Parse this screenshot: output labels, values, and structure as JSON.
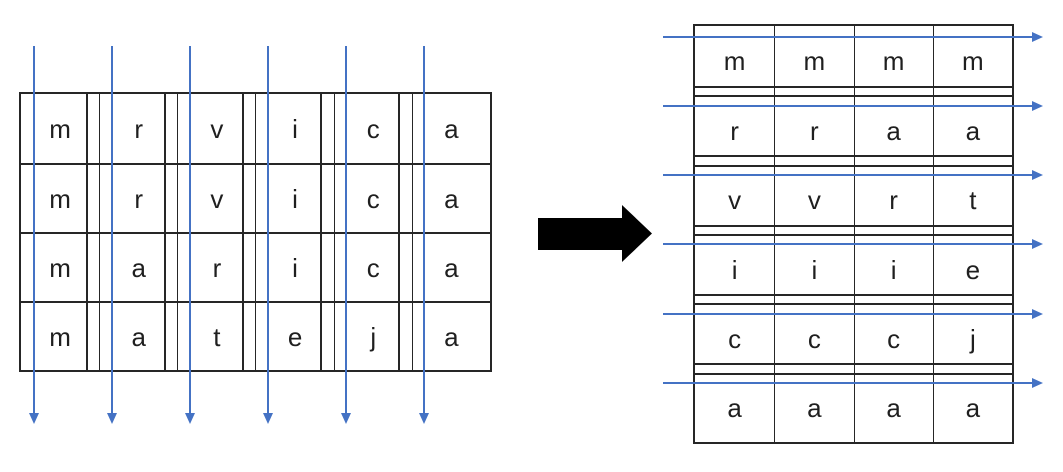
{
  "source_table": {
    "rows": [
      [
        "m",
        "r",
        "v",
        "i",
        "c",
        "a"
      ],
      [
        "m",
        "r",
        "v",
        "i",
        "c",
        "a"
      ],
      [
        "m",
        "a",
        "r",
        "i",
        "c",
        "a"
      ],
      [
        "m",
        "a",
        "t",
        "e",
        "j",
        "a"
      ]
    ]
  },
  "result_table": {
    "rows": [
      [
        "m",
        "m",
        "m",
        "m"
      ],
      [
        "r",
        "r",
        "a",
        "a"
      ],
      [
        "v",
        "v",
        "r",
        "t"
      ],
      [
        "i",
        "i",
        "i",
        "e"
      ],
      [
        "c",
        "c",
        "c",
        "j"
      ],
      [
        "a",
        "a",
        "a",
        "a"
      ]
    ]
  },
  "icons": {
    "transform_arrow": "right-arrow",
    "column_arrows": "down-arrow",
    "row_arrows": "right-arrow"
  },
  "colors": {
    "arrow_blue": "#4472C4",
    "table_border": "#262626",
    "letter_ink": "#1f1f1f",
    "transform_arrow_fill": "#000000",
    "background": "#ffffff"
  }
}
